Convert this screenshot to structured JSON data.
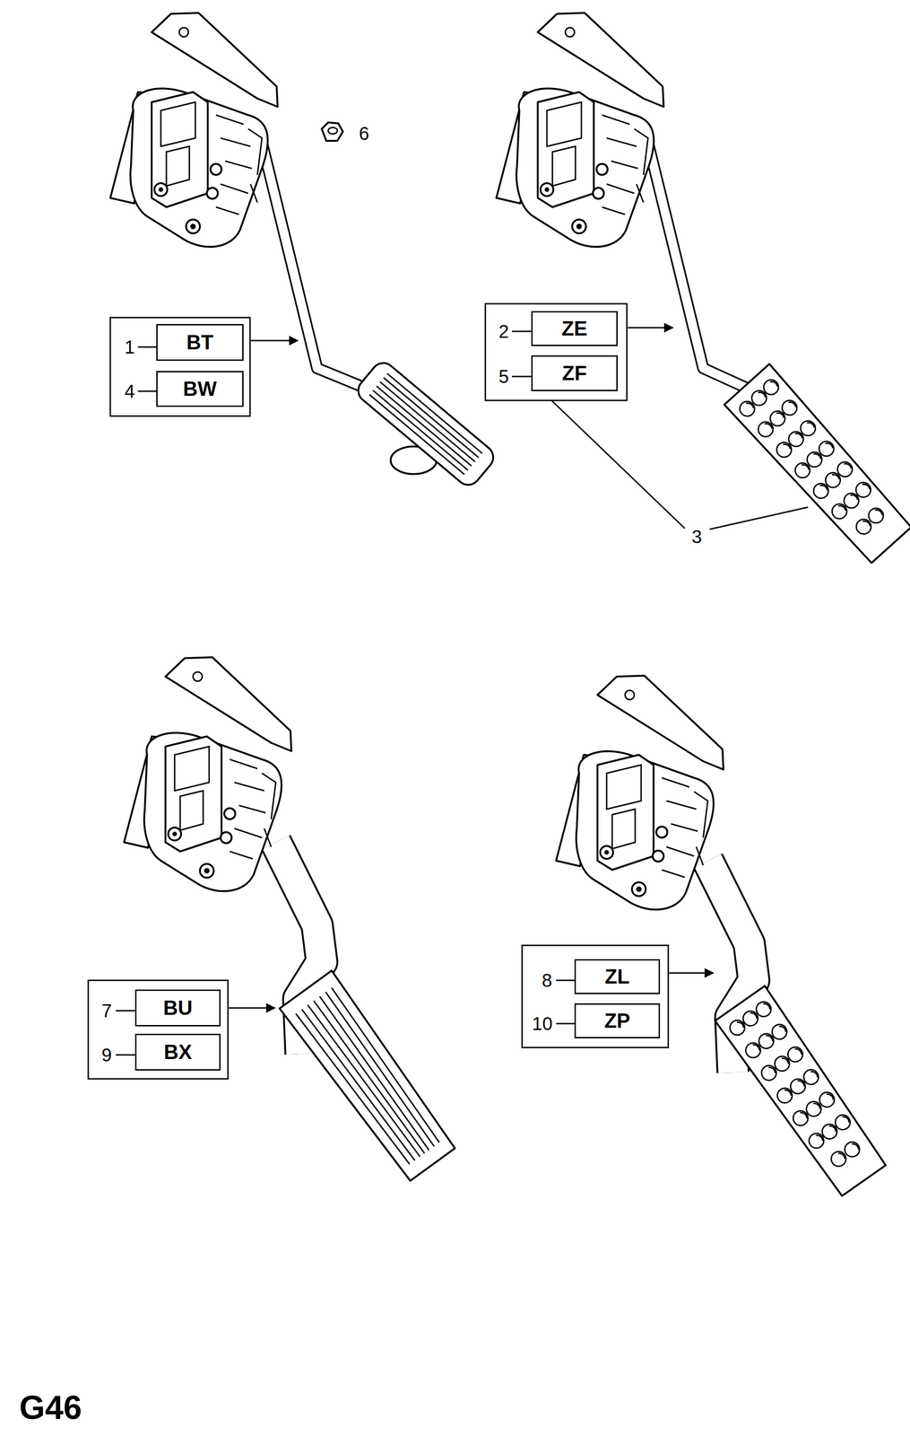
{
  "diagram": {
    "nodes": [
      {
        "text": [
          "BT"
        ]
      },
      {
        "text": [
          "BW"
        ]
      },
      {
        "text": [
          "ZE"
        ]
      },
      {
        "text": [
          "ZF"
        ]
      },
      {
        "text": [
          "BU"
        ]
      },
      {
        "text": [
          "BX"
        ]
      },
      {
        "text": [
          "ZL"
        ]
      },
      {
        "text": [
          "ZP"
        ]
      }
    ],
    "labels": [
      "6",
      "1",
      "4",
      "2",
      "5",
      "3",
      "7",
      "9",
      "8",
      "10",
      "G46"
    ]
  }
}
